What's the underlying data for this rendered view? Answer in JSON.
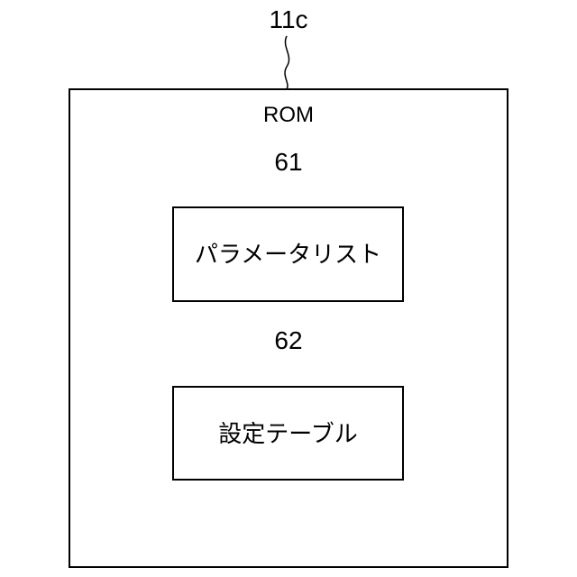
{
  "rom_block": {
    "ref": "11c",
    "title": "ROM"
  },
  "parameter_list_block": {
    "ref": "61",
    "label": "パラメータリスト"
  },
  "settings_table_block": {
    "ref": "62",
    "label": "設定テーブル"
  },
  "colors": {
    "line": "#000000",
    "background": "#ffffff"
  }
}
